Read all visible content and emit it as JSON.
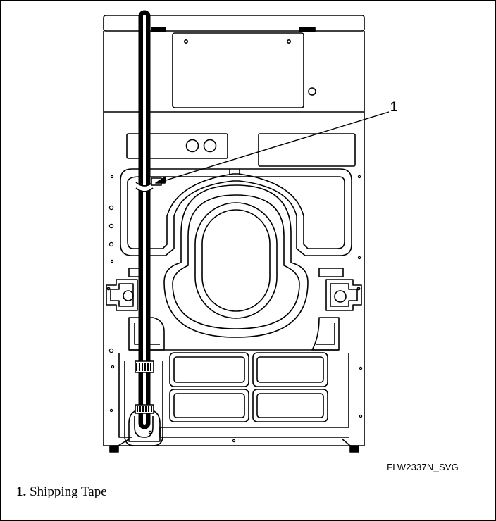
{
  "figure": {
    "id": "FLW2337N_SVG",
    "callouts": [
      {
        "number": "1"
      }
    ]
  },
  "legend": [
    {
      "number": "1.",
      "label": "Shipping Tape"
    }
  ],
  "colors": {
    "line": "#000000",
    "background": "#ffffff",
    "hose": "#000000"
  }
}
